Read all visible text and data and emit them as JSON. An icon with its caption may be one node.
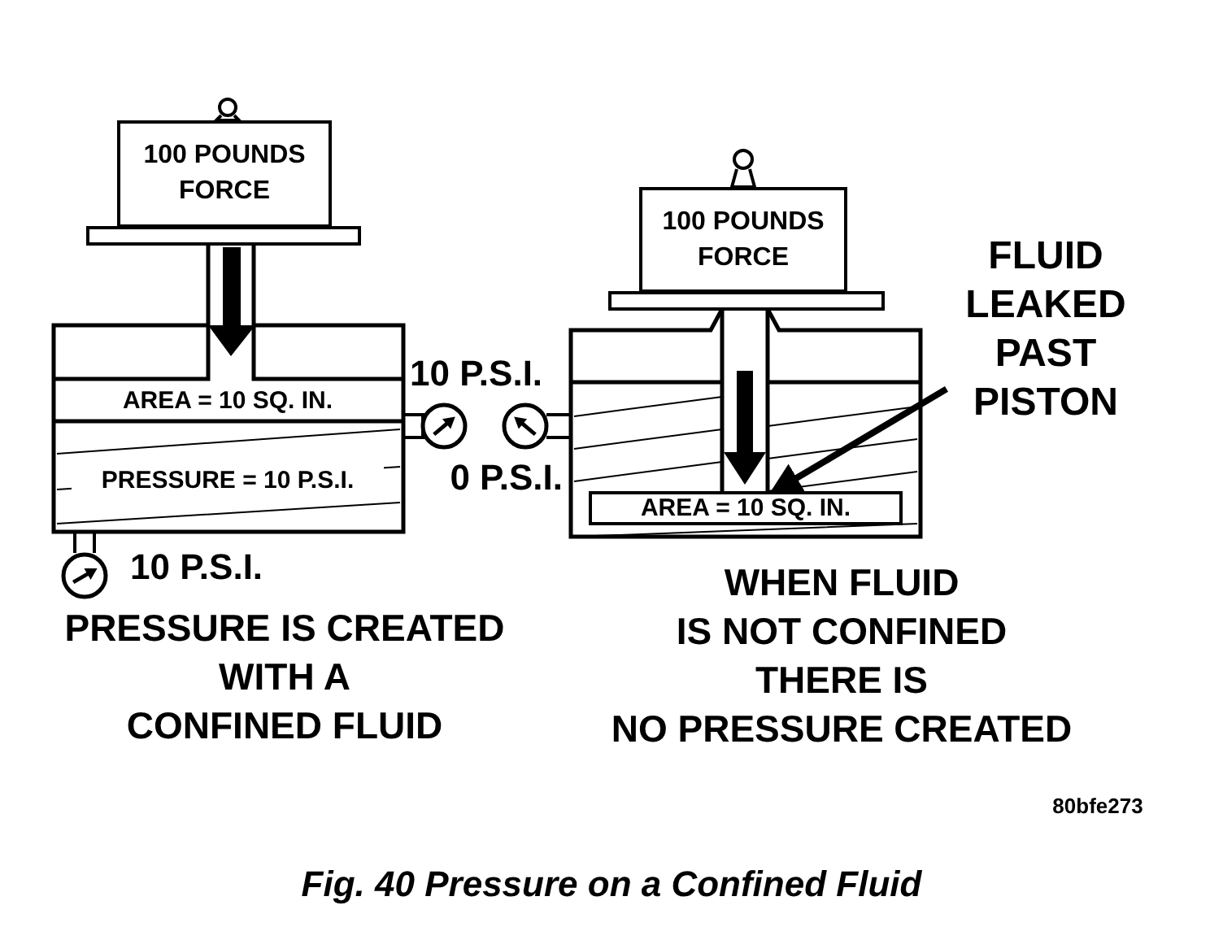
{
  "diagram": {
    "caption": "Fig. 40 Pressure on a Confined Fluid",
    "nodes": [
      {
        "text": [
          "100 POUNDS FORCE"
        ]
      },
      {
        "text": [
          "100 POUNDS FORCE"
        ]
      },
      {
        "text": [
          "FLUID LEAKED PAST PISTON"
        ]
      },
      {
        "text": [
          "AREA = 10 SQ. IN."
        ]
      }
    ],
    "edges": [
      {
        "from": 2,
        "to": 3,
        "arrow": "to"
      }
    ],
    "labels": [
      "10 P.S.I.",
      "AREA = 10 SQ. IN.",
      "0 P.S.I.",
      "PRESSURE = 10 P.S.I.",
      "10 P.S.I.",
      "PRESSURE IS CREATED WITH A CONFINED FLUID",
      "WHEN FLUID IS NOT CONFINED THERE IS NO PRESSURE CREATED",
      "80bfe273"
    ]
  }
}
